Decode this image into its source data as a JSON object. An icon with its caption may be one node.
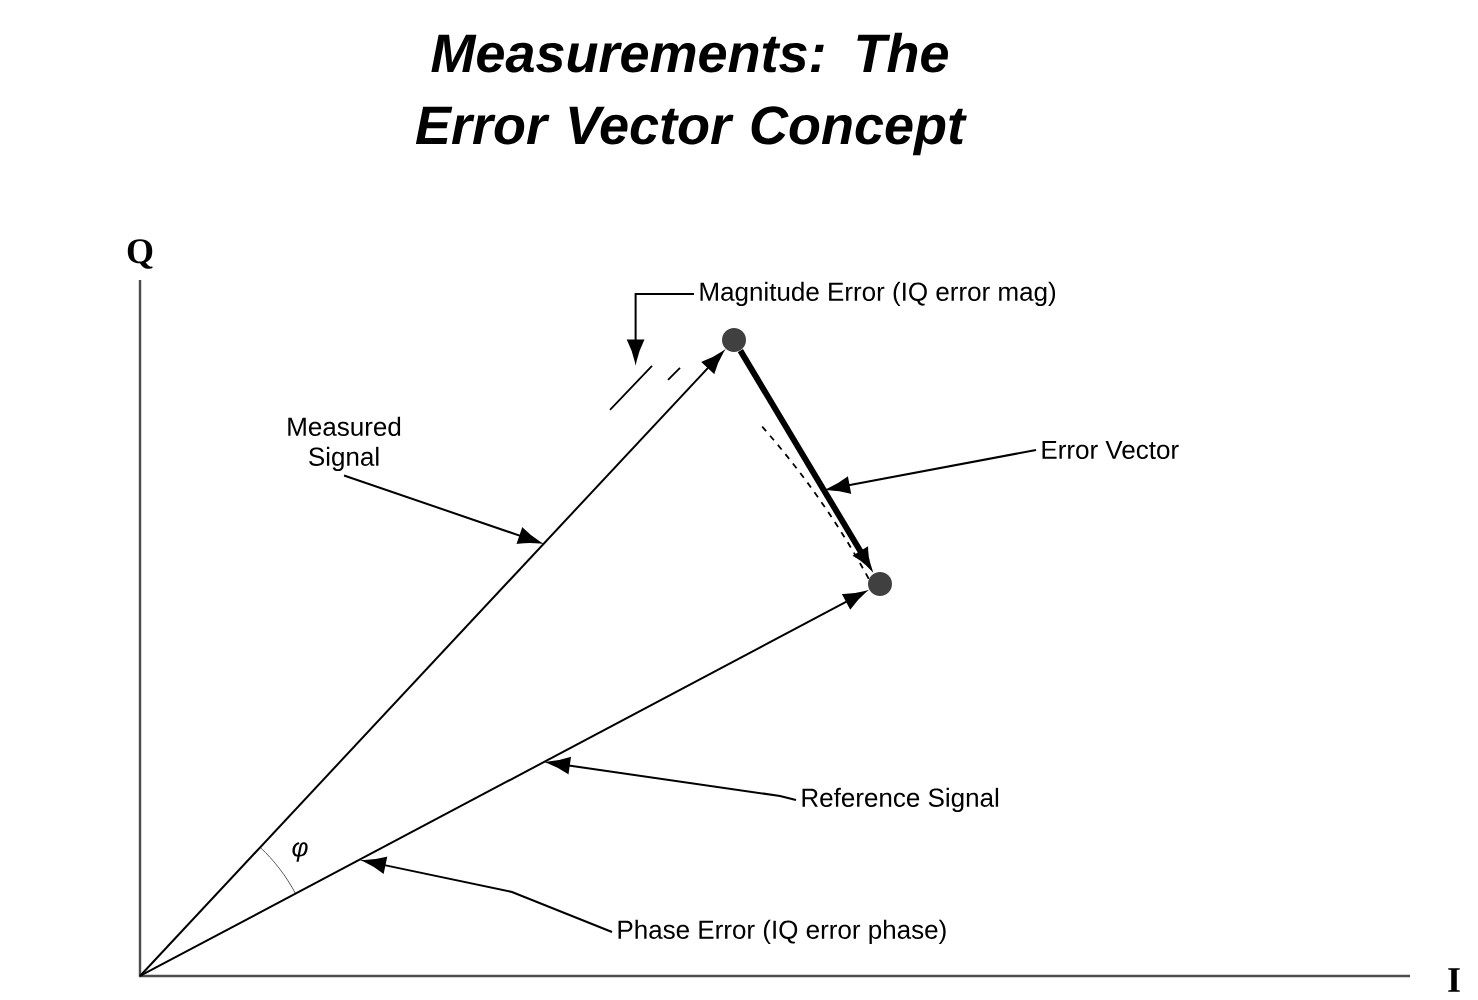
{
  "diagram": {
    "title": "Measurements: The Error Vector Concept",
    "nodes": [
      {
        "text": [],
        "shape": "circle"
      },
      {
        "text": [],
        "shape": "circle"
      },
      {
        "text": [
          "Magnitude Error (IQ error mag)"
        ]
      },
      {
        "text": [
          "Measured Signal"
        ]
      },
      {
        "text": [
          "Error Vector"
        ]
      },
      {
        "text": [
          "Reference Signal"
        ]
      },
      {
        "text": [
          "Phase Error (IQ error phase)"
        ]
      },
      {
        "text": [],
        "shape": "tick"
      }
    ],
    "edges": [
      {
        "from": null,
        "to": 0,
        "arrow": "to"
      },
      {
        "from": null,
        "to": 1,
        "arrow": "to"
      },
      {
        "from": 0,
        "to": 1,
        "arrow": "to",
        "style": "thick"
      },
      {
        "from": 2,
        "to": 7,
        "arrow": "to"
      },
      {
        "from": 3,
        "to": null,
        "arrow": "to"
      },
      {
        "from": 4,
        "to": null,
        "arrow": "to"
      },
      {
        "from": 5,
        "to": null,
        "arrow": "to"
      },
      {
        "from": 6,
        "to": null,
        "arrow": "to"
      }
    ],
    "labels": [
      "Q",
      "I",
      "φ"
    ]
  }
}
